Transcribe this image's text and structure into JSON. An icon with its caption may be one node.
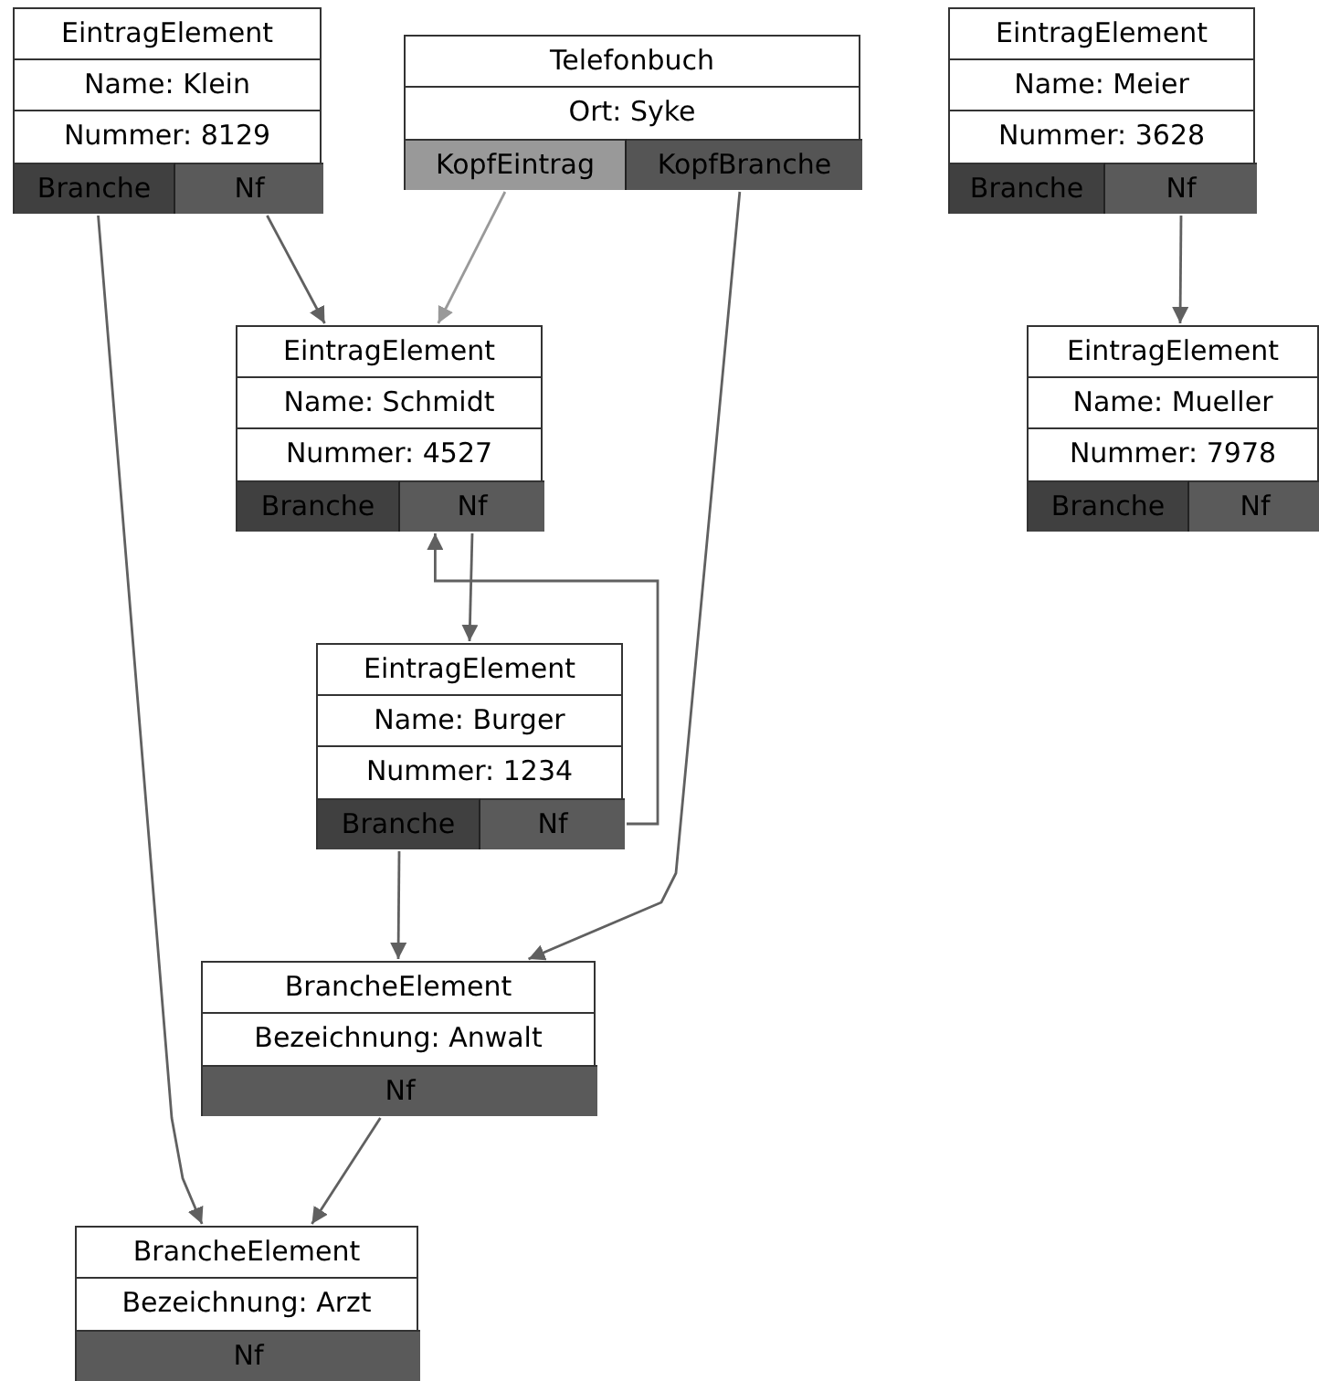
{
  "diagram": {
    "nodes": [
      {
        "text": [
          "EintragElement",
          "Name: Klein",
          "Nummer: 8129"
        ]
      },
      {
        "text": [
          "Branche"
        ],
        "in": 0
      },
      {
        "text": [
          "Nf"
        ],
        "in": 0
      },
      {
        "text": [
          "Telefonbuch",
          "Ort: Syke"
        ]
      },
      {
        "text": [
          "KopfEintrag"
        ],
        "in": 3
      },
      {
        "text": [
          "KopfBranche"
        ],
        "in": 3
      },
      {
        "text": [
          "EintragElement",
          "Name: Meier",
          "Nummer: 3628"
        ]
      },
      {
        "text": [
          "Branche"
        ],
        "in": 6
      },
      {
        "text": [
          "Nf"
        ],
        "in": 6
      },
      {
        "text": [
          "EintragElement",
          "Name: Schmidt",
          "Nummer: 4527"
        ]
      },
      {
        "text": [
          "Branche"
        ],
        "in": 9
      },
      {
        "text": [
          "Nf"
        ],
        "in": 9
      },
      {
        "text": [
          "EintragElement",
          "Name: Mueller",
          "Nummer: 7978"
        ]
      },
      {
        "text": [
          "Branche"
        ],
        "in": 12
      },
      {
        "text": [
          "Nf"
        ],
        "in": 12
      },
      {
        "text": [
          "EintragElement",
          "Name: Burger",
          "Nummer: 1234"
        ]
      },
      {
        "text": [
          "Branche"
        ],
        "in": 15
      },
      {
        "text": [
          "Nf"
        ],
        "in": 15
      },
      {
        "text": [
          "BrancheElement",
          "Bezeichnung: Anwalt"
        ]
      },
      {
        "text": [
          "Nf"
        ],
        "in": 18
      },
      {
        "text": [
          "BrancheElement",
          "Bezeichnung: Arzt"
        ]
      },
      {
        "text": [
          "Nf"
        ],
        "in": 20
      }
    ],
    "edges": [
      {
        "from": 2,
        "to": 9,
        "arrow": "to"
      },
      {
        "from": 1,
        "to": 20,
        "arrow": "to"
      },
      {
        "from": 4,
        "to": 9,
        "arrow": "to",
        "color": "#999999"
      },
      {
        "from": 5,
        "to": 18,
        "arrow": "to"
      },
      {
        "from": 8,
        "to": 12,
        "arrow": "to"
      },
      {
        "from": 11,
        "to": 15,
        "arrow": "to"
      },
      {
        "from": 17,
        "to": 9,
        "arrow": "to"
      },
      {
        "from": 16,
        "to": 18,
        "arrow": "to"
      },
      {
        "from": 19,
        "to": 20,
        "arrow": "to"
      }
    ]
  }
}
